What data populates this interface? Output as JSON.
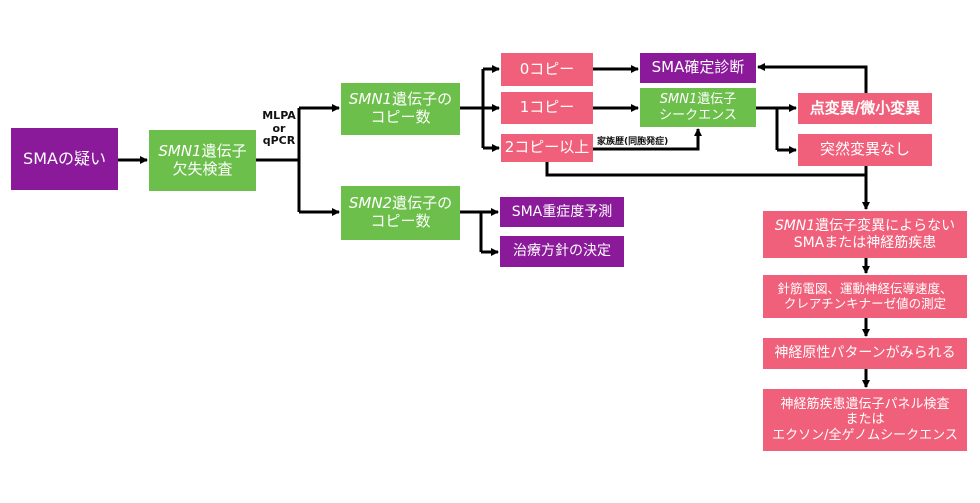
{
  "colors": {
    "purple": "#8b1a9b",
    "green": "#6cbf4a",
    "pink": "#f0607a",
    "line": "#000000"
  },
  "nodes": {
    "suspect": {
      "line1": "SMAの疑い"
    },
    "deletion_test": {
      "italic": "SMN1",
      "line1_rest": "遺伝子",
      "line2": "欠失検査"
    },
    "smn1_copy": {
      "italic": "SMN1",
      "line1_rest": "遺伝子の",
      "line2": "コピー数"
    },
    "smn2_copy": {
      "italic": "SMN2",
      "line1_rest": "遺伝子の",
      "line2": "コピー数"
    },
    "copy0": {
      "line1": "0コピー"
    },
    "copy1": {
      "line1": "1コピー"
    },
    "copy2plus": {
      "line1": "2コピー以上"
    },
    "sma_confirmed": {
      "line1": "SMA確定診断"
    },
    "smn1_seq": {
      "italic": "SMN1",
      "line1_rest": "遺伝子",
      "line2": "シークエンス"
    },
    "point_mutation": {
      "line1": "点変異/微小変異"
    },
    "no_mutation": {
      "line1": "突然変異なし"
    },
    "severity": {
      "line1": "SMA重症度予測"
    },
    "treatment": {
      "line1": "治療方針の決定"
    },
    "non_smn1": {
      "italic": "SMN1",
      "line1_rest": "遺伝子変異によらない",
      "line2": "SMAまたは神経筋疾患"
    },
    "emg": {
      "line1": "針筋電図、運動神経伝導速度、",
      "line2": "クレアチンキナーゼ値の測定"
    },
    "neurogenic": {
      "line1": "神経原性パターンがみられる"
    },
    "panel": {
      "line1": "神経筋疾患遺伝子パネル検査",
      "line2": "または",
      "line3": "エクソン/全ゲノムシークエンス"
    }
  },
  "edge_labels": {
    "method_l1": "MLPA",
    "method_l2": "or",
    "method_l3": "qPCR",
    "family_history": "家族歴(同胞発症)"
  }
}
